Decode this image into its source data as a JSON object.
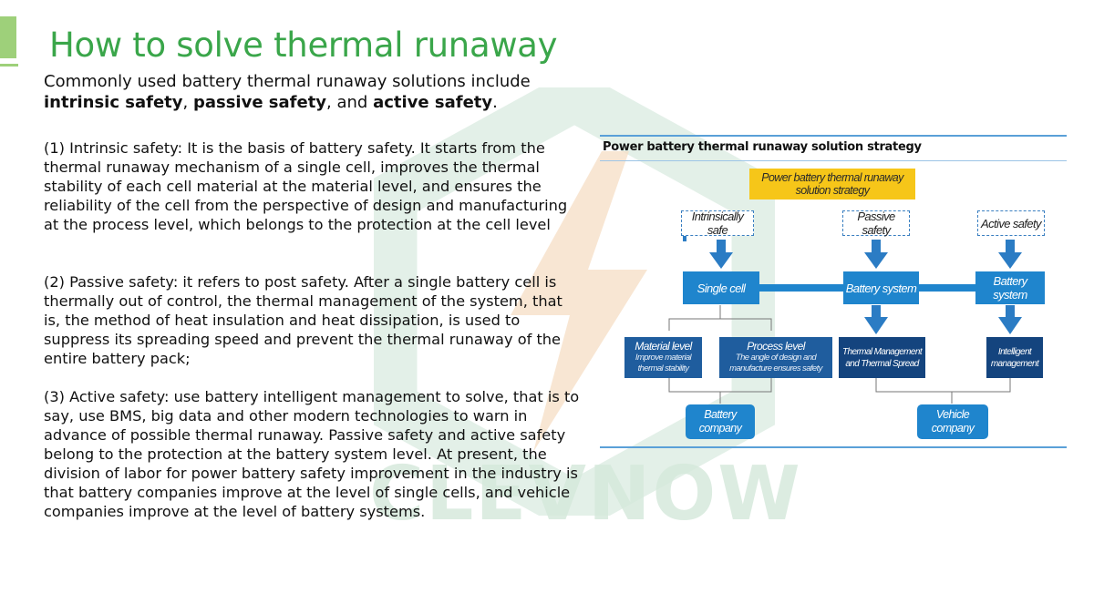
{
  "title": "How to solve thermal runaway",
  "intro": {
    "line1": "Commonly used battery thermal runaway solutions include",
    "term1": "intrinsic safety",
    "sep1": ", ",
    "term2": "passive safety",
    "sep2": ", and ",
    "term3": "active safety",
    "end": "."
  },
  "paragraphs": [
    "(1) Intrinsic safety: It is the basis of battery safety. It starts from the thermal runaway mechanism of a single cell, improves the thermal stability of each cell material at the material level, and ensures the reliability of the cell from the perspective of design and manufacturing at the process level, which belongs to the protection at the cell level",
    "(2) Passive safety: it refers to post safety. After a single battery cell is thermally out of control, the thermal management of the system, that is, the method of heat insulation and heat dissipation, is used to suppress its spreading speed and prevent the thermal runaway of the entire battery pack;",
    "(3) Active safety: use battery intelligent management to solve, that is to say, use BMS, big data and other modern technologies to warn in advance of possible thermal runaway. Passive safety and active safety belong to the protection at the battery system level. At present, the division of labor for power battery safety improvement in the industry is that battery companies improve at the level of single cells, and vehicle companies improve at the level of battery systems."
  ],
  "watermark": {
    "text": "CLEVNOW"
  },
  "diagram": {
    "title": "Power battery thermal runaway solution strategy",
    "root": "Power battery thermal runaway solution strategy",
    "categories": [
      "Intrinsically safe",
      "Passive safety",
      "Active safety"
    ],
    "level2": [
      "Single cell",
      "Battery system",
      "Battery system"
    ],
    "material_level": {
      "title": "Material level",
      "desc": "Improve material thermal stability"
    },
    "process_level": {
      "title": "Process level",
      "desc": "The angle of design and manufacture ensures safety"
    },
    "thermal": "Thermal Management and Thermal Spread",
    "intelligent": "Intelligent management",
    "companies": [
      "Battery company",
      "Vehicle company"
    ]
  },
  "colors": {
    "title_green": "#3aa64a",
    "accent_green": "#9ed07a",
    "diagram_blue": "#1f85cd",
    "diagram_navy": "#14447e",
    "diagram_yellow": "#f6c619"
  }
}
